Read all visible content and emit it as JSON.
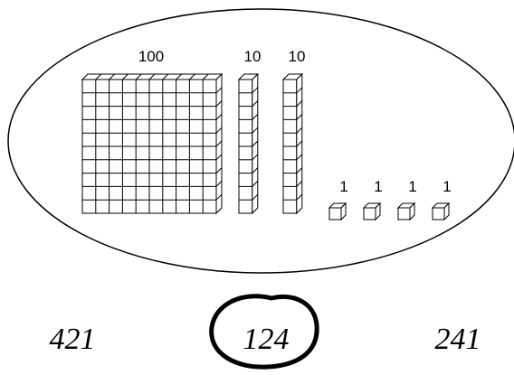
{
  "blocks": {
    "hundred_label": "100",
    "ten_labels": [
      "10",
      "10"
    ],
    "one_labels": [
      "1",
      "1",
      "1",
      "1"
    ]
  },
  "choices": [
    {
      "text": "421",
      "circled": false
    },
    {
      "text": "124",
      "circled": true
    },
    {
      "text": "241",
      "circled": false
    }
  ],
  "colors": {
    "ink": "#000000",
    "background": "#ffffff"
  }
}
